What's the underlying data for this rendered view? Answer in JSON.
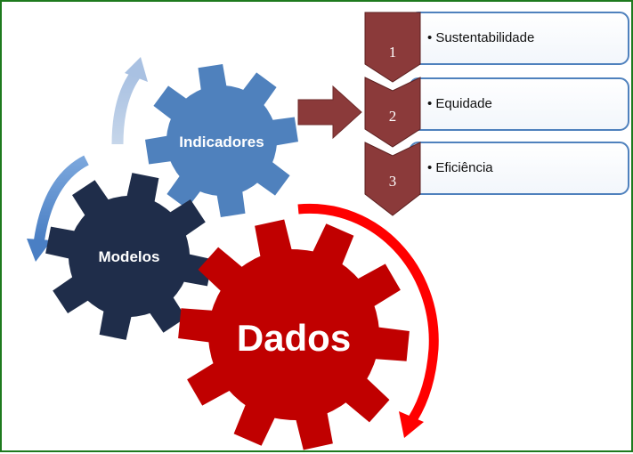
{
  "gears": {
    "indicadores": {
      "label": "Indicadores",
      "color": "#4f81bd"
    },
    "modelos": {
      "label": "Modelos",
      "color": "#1f2d4a"
    },
    "dados": {
      "label": "Dados",
      "color": "#c00000"
    }
  },
  "list": [
    {
      "number": "1",
      "text": "• Sustentabilidade"
    },
    {
      "number": "2",
      "text": "• Equidade"
    },
    {
      "number": "3",
      "text": "• Eficiência"
    }
  ],
  "colors": {
    "border": "#1e7a1e",
    "arrow_dark_red": "#8b3a3a",
    "chevron": "#8b3a3a",
    "box_border": "#4f81bd",
    "cycle_arrow_light": "#b8cce4",
    "cycle_arrow_mid": "#5a8fd0",
    "cycle_arrow_red": "#ff0000"
  }
}
